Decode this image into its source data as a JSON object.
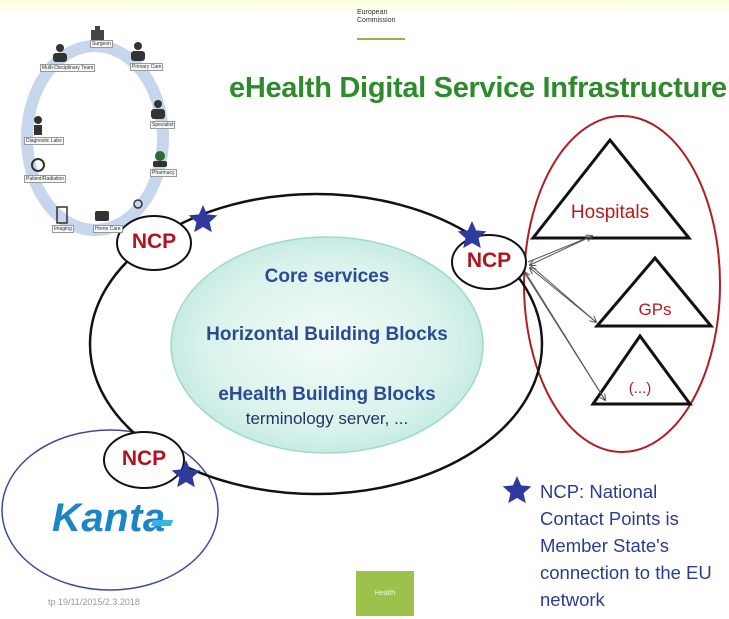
{
  "header": {
    "ec_line1": "European",
    "ec_line2": "Commission",
    "title": "eHealth Digital Service Infrastructure"
  },
  "core": {
    "line1": "Core services",
    "line2": "Horizontal Building Blocks",
    "line3": "eHealth Building Blocks",
    "line4": "terminology server, ..."
  },
  "ncp_label": "NCP",
  "network": {
    "hospitals": "Hospitals",
    "gps": "GPs",
    "other": "(...)"
  },
  "kanta": {
    "logo_text": "Kanta"
  },
  "legend": {
    "text": "NCP: National Contact Points is Member State's connection to the EU network"
  },
  "wheel": {
    "labels": [
      "Surgeon",
      "Multi-Disciplinary Team",
      "Primary Care",
      "Specialist",
      "Pharmacy",
      "Diagnostic Labs",
      "Patient/Radiation",
      "Imaging",
      "Home Care"
    ]
  },
  "footer": {
    "date": "tp 19/11/2015/2.3.2018",
    "health": "Health"
  },
  "colors": {
    "title_green": "#2f8a2c",
    "ncp_red": "#b3131f",
    "star_blue": "#2f3a9e",
    "legend_blue": "#2b3d8c",
    "kanta_blue": "#1b86c6"
  }
}
